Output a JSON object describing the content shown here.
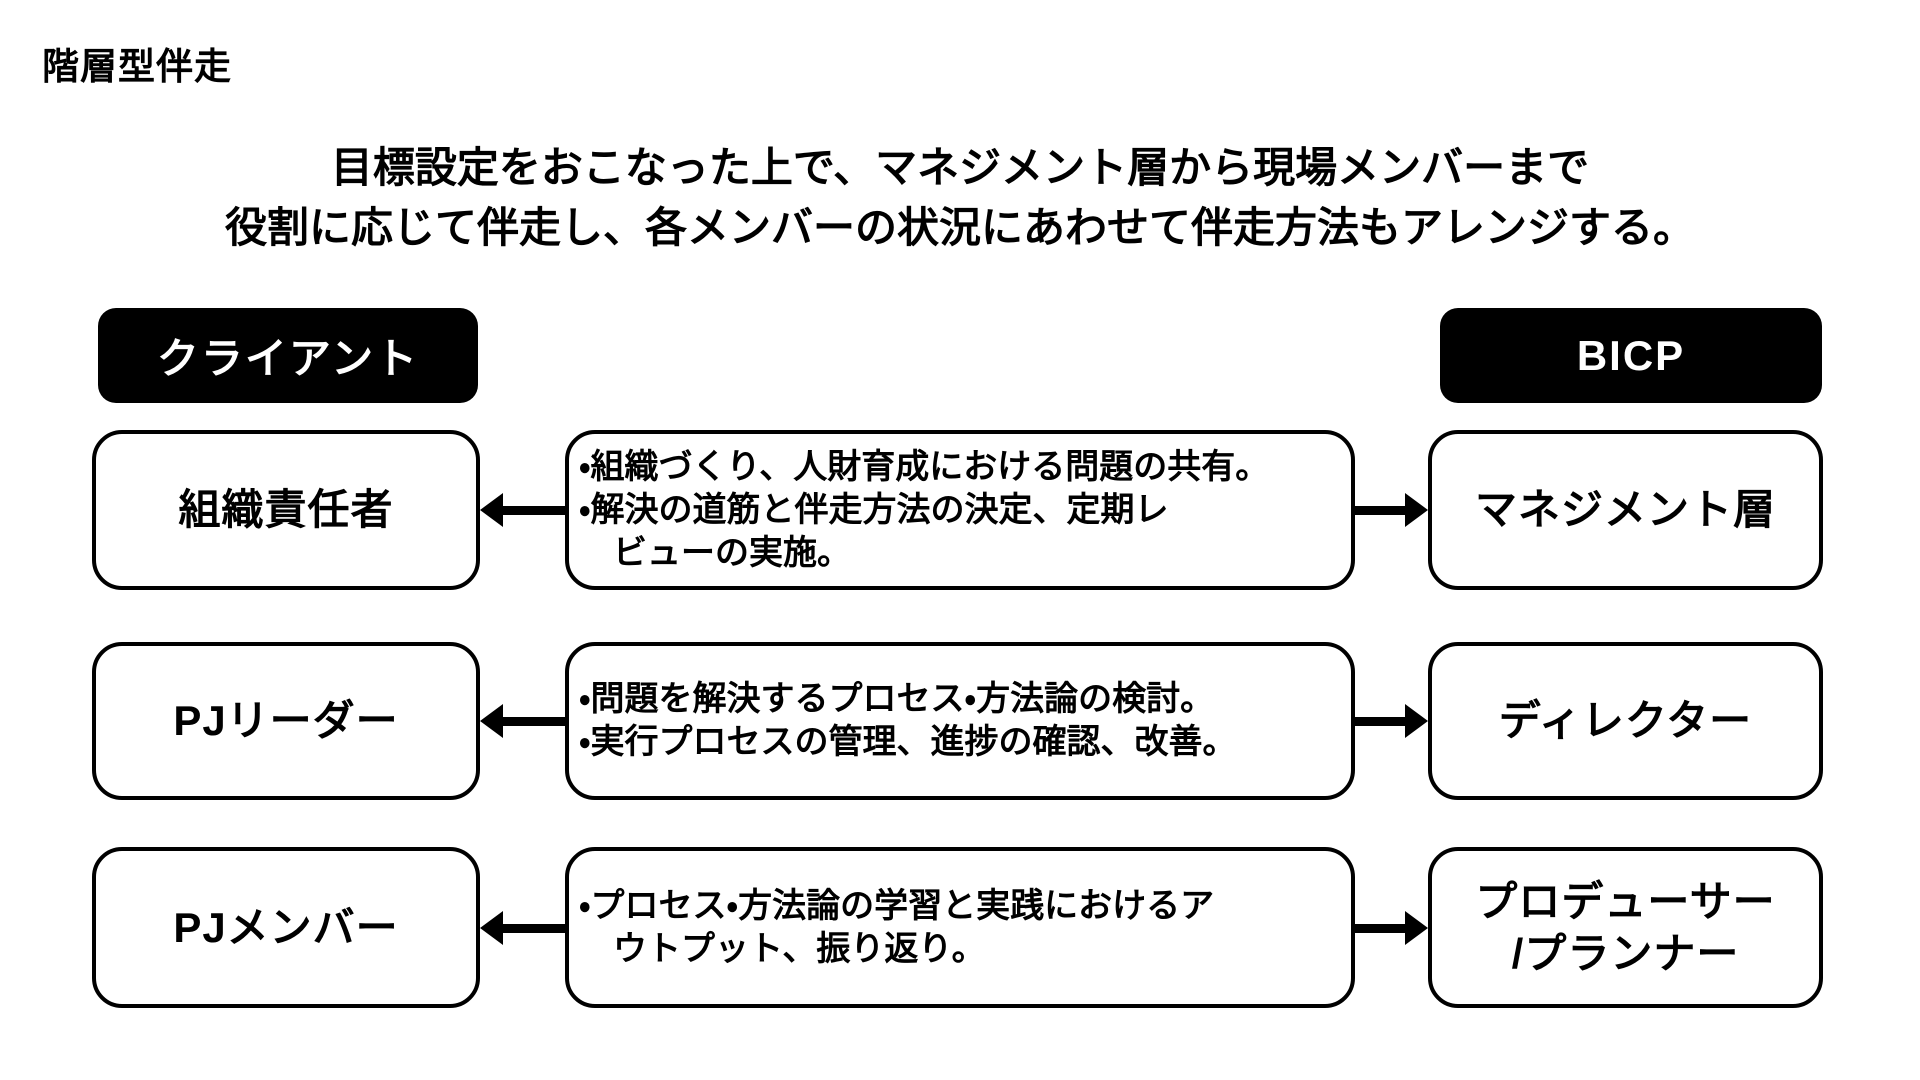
{
  "title": "階層型伴走",
  "subtitle": {
    "line1": "目標設定をおこなった上で、マネジメント層から現場メンバーまで",
    "line2": "役割に応じて伴走し、各メンバーの状況にあわせて伴走方法もアレンジする。"
  },
  "headers": {
    "left": "クライアント",
    "right": "BICP"
  },
  "rows": [
    {
      "left": "組織責任者",
      "bullets": [
        "・組織づくり、人財育成における問題の共有。",
        "・解決の道筋と伴走方法の決定、定期レ\nビューの実施。"
      ],
      "right": "マネジメント層"
    },
    {
      "left": "PJリーダー",
      "bullets": [
        "・問題を解決するプロセス・方法論の検討。",
        "・実行プロセスの管理、進捗の確認、改善。"
      ],
      "right": "ディレクター"
    },
    {
      "left": "PJメンバー",
      "bullets": [
        "・プロセス・方法論の学習と実践におけるア\nウトプット、振り返り。"
      ],
      "right": "プロデューサー\n/プランナー"
    }
  ],
  "colors": {
    "background": "#ffffff",
    "ink": "#000000",
    "header_bg": "#000000",
    "header_text": "#ffffff"
  }
}
